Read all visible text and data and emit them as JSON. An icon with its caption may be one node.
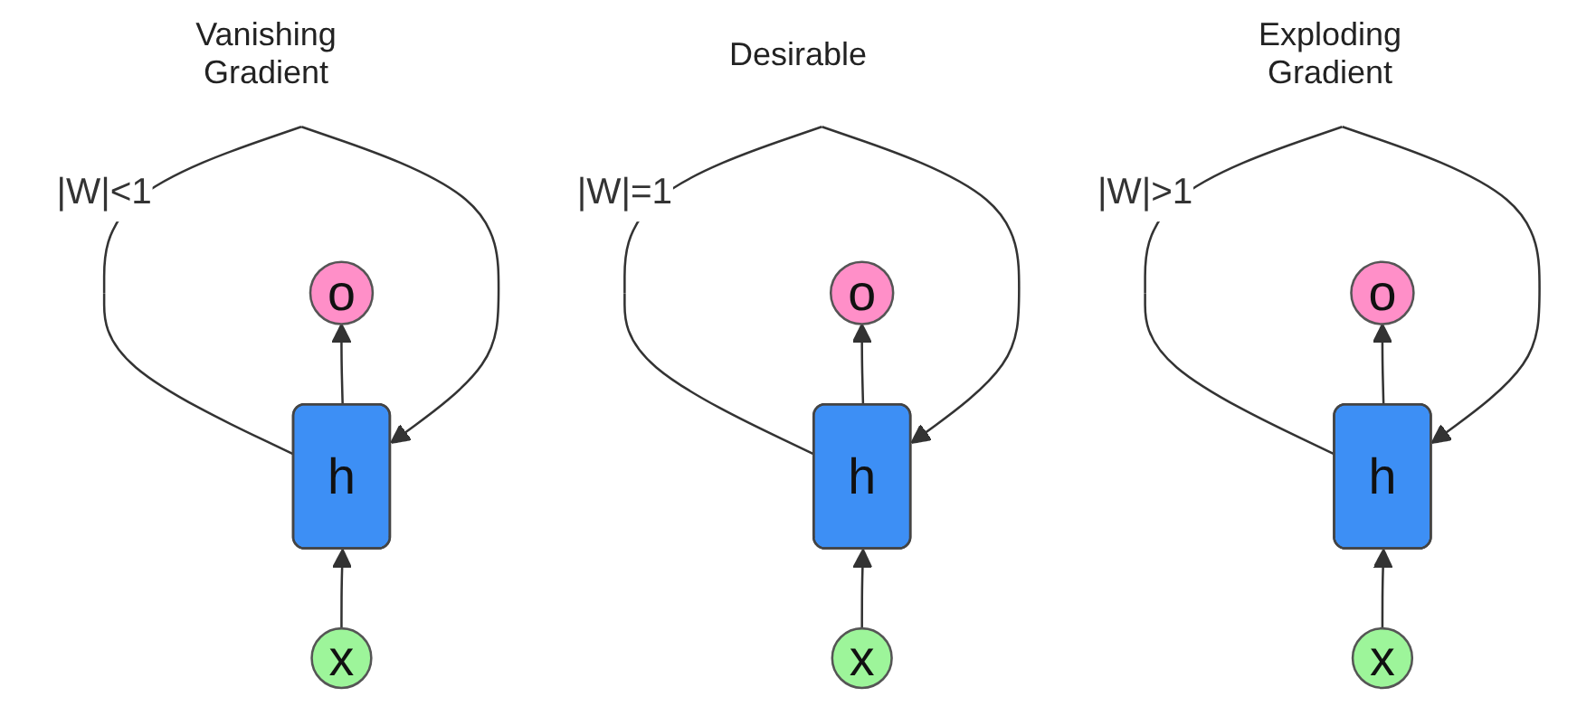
{
  "diagram": {
    "nodes": [
      {
        "text": [
          "o"
        ]
      },
      {
        "text": [
          "h"
        ]
      },
      {
        "text": [
          "x"
        ]
      },
      {
        "text": [
          "o"
        ]
      },
      {
        "text": [
          "h"
        ]
      },
      {
        "text": [
          "x"
        ]
      },
      {
        "text": [
          "o"
        ]
      },
      {
        "text": [
          "h"
        ]
      },
      {
        "text": [
          "x"
        ]
      }
    ],
    "edges": [
      {
        "from": 1,
        "to": 1,
        "arrow": "to",
        "label": "|W|<1"
      },
      {
        "from": 2,
        "to": 1,
        "arrow": "to"
      },
      {
        "from": 1,
        "to": 0,
        "arrow": "to"
      },
      {
        "from": 4,
        "to": 4,
        "arrow": "to",
        "label": "|W|=1"
      },
      {
        "from": 5,
        "to": 4,
        "arrow": "to"
      },
      {
        "from": 4,
        "to": 3,
        "arrow": "to"
      },
      {
        "from": 7,
        "to": 7,
        "arrow": "to",
        "label": "|W|>1"
      },
      {
        "from": 8,
        "to": 7,
        "arrow": "to"
      },
      {
        "from": 7,
        "to": 6,
        "arrow": "to"
      }
    ],
    "labels": [
      "Vanishing Gradient",
      "Desirable",
      "Exploding Gradient"
    ]
  }
}
